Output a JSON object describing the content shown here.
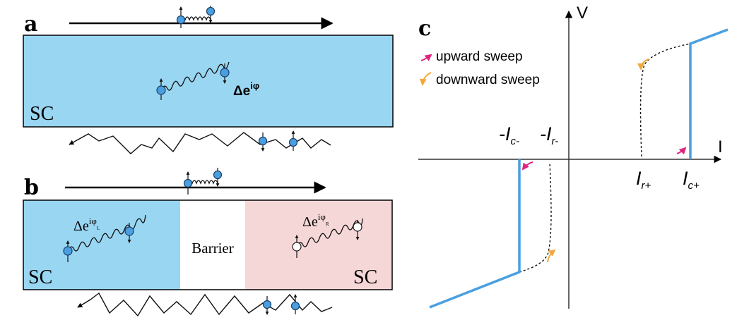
{
  "panel_a": {
    "letter": "a",
    "sc_label": "SC",
    "order_param": "Δe",
    "order_phase": "iφ"
  },
  "panel_b": {
    "letter": "b",
    "left_sc_label": "SC",
    "right_sc_label": "SC",
    "barrier_label": "Barrier",
    "left_order_param": "Δe",
    "left_order_phase": "iφ",
    "left_phase_sub": "L",
    "right_order_param": "Δe",
    "right_order_phase": "iφ",
    "right_phase_sub": "R"
  },
  "panel_c": {
    "letter": "c",
    "y_axis_label": "V",
    "x_axis_label": "I",
    "legend": {
      "upward": "upward sweep",
      "downward": "downward sweep"
    },
    "ticks": {
      "neg_ic": "-I",
      "neg_ic_sub": "c-",
      "neg_ir": "-I",
      "neg_ir_sub": "r-",
      "pos_ir": "I",
      "pos_ir_sub": "r+",
      "pos_ic": "I",
      "pos_ic_sub": "c+"
    }
  },
  "colors": {
    "sc_blue": "#99d6f2",
    "sc_pink": "#f6d7d8",
    "curve_blue": "#4a9fe0",
    "upward_arrow": "#e0247f",
    "downward_arrow": "#f2a83b"
  }
}
